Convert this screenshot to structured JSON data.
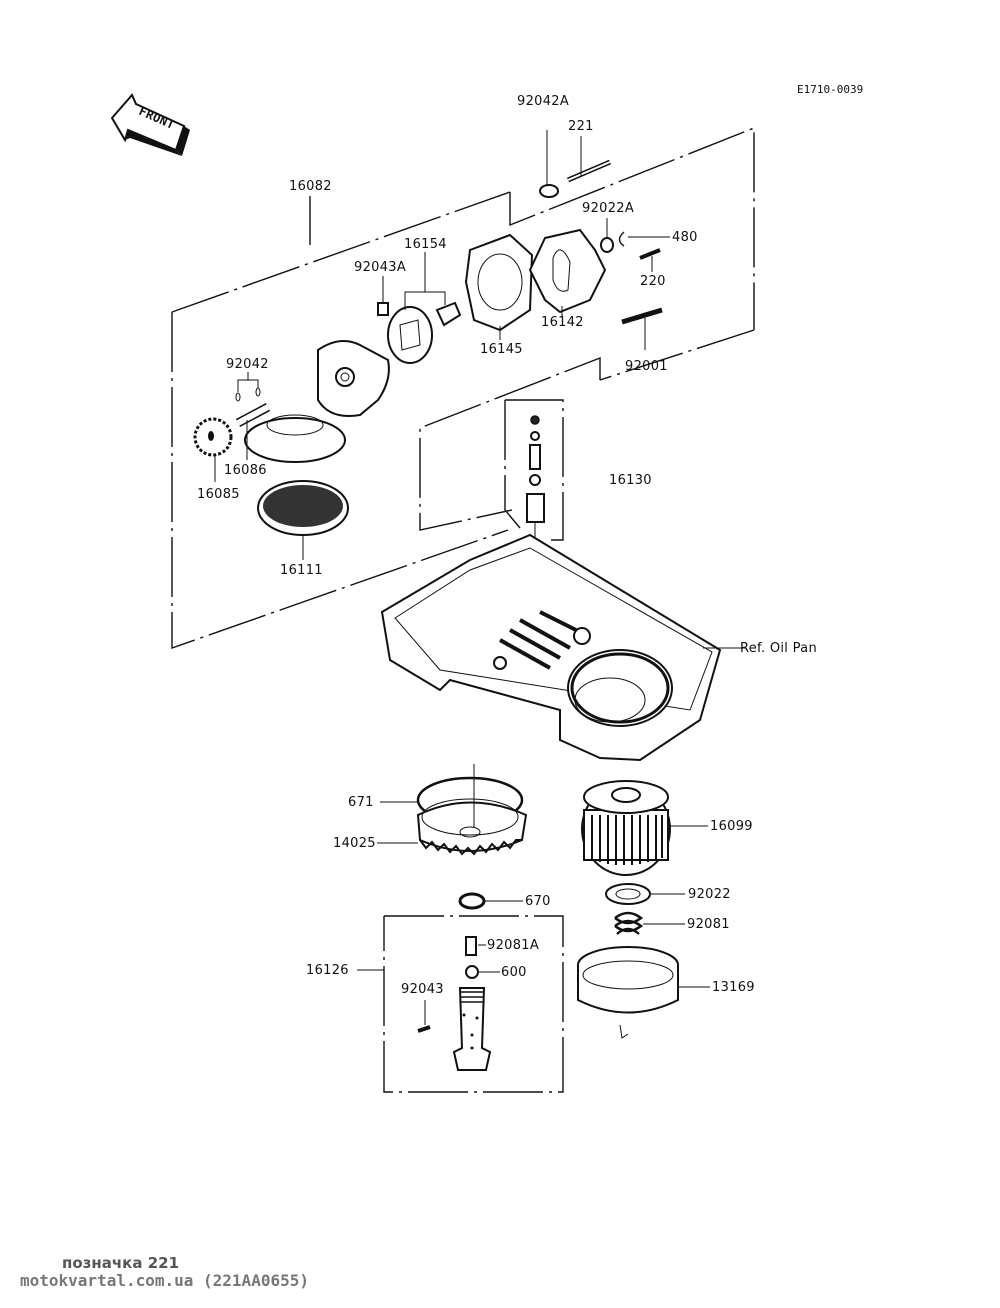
{
  "diagram": {
    "code": "E1710-0039",
    "front_arrow": "FRONT",
    "reference_label": "Ref. Oil Pan",
    "parts": [
      {
        "id": "p92042A",
        "number": "92042A"
      },
      {
        "id": "p221",
        "number": "221"
      },
      {
        "id": "p16082",
        "number": "16082"
      },
      {
        "id": "p92022A",
        "number": "92022A"
      },
      {
        "id": "p480",
        "number": "480"
      },
      {
        "id": "p16154",
        "number": "16154"
      },
      {
        "id": "p92043A",
        "number": "92043A"
      },
      {
        "id": "p220",
        "number": "220"
      },
      {
        "id": "p16142",
        "number": "16142"
      },
      {
        "id": "p16145",
        "number": "16145"
      },
      {
        "id": "p92001",
        "number": "92001"
      },
      {
        "id": "p92042",
        "number": "92042"
      },
      {
        "id": "p16086",
        "number": "16086"
      },
      {
        "id": "p16085",
        "number": "16085"
      },
      {
        "id": "p16130",
        "number": "16130"
      },
      {
        "id": "p16111",
        "number": "16111"
      },
      {
        "id": "p671",
        "number": "671"
      },
      {
        "id": "p14025",
        "number": "14025"
      },
      {
        "id": "p16099",
        "number": "16099"
      },
      {
        "id": "p670",
        "number": "670"
      },
      {
        "id": "p92022",
        "number": "92022"
      },
      {
        "id": "p92081A",
        "number": "92081A"
      },
      {
        "id": "p92081",
        "number": "92081"
      },
      {
        "id": "p16126",
        "number": "16126"
      },
      {
        "id": "p600",
        "number": "600"
      },
      {
        "id": "p92043",
        "number": "92043"
      },
      {
        "id": "p13169",
        "number": "13169"
      }
    ]
  },
  "watermark": {
    "line1": "позначка 221",
    "line2": "motokvartal.com.ua (221AA0655)"
  }
}
